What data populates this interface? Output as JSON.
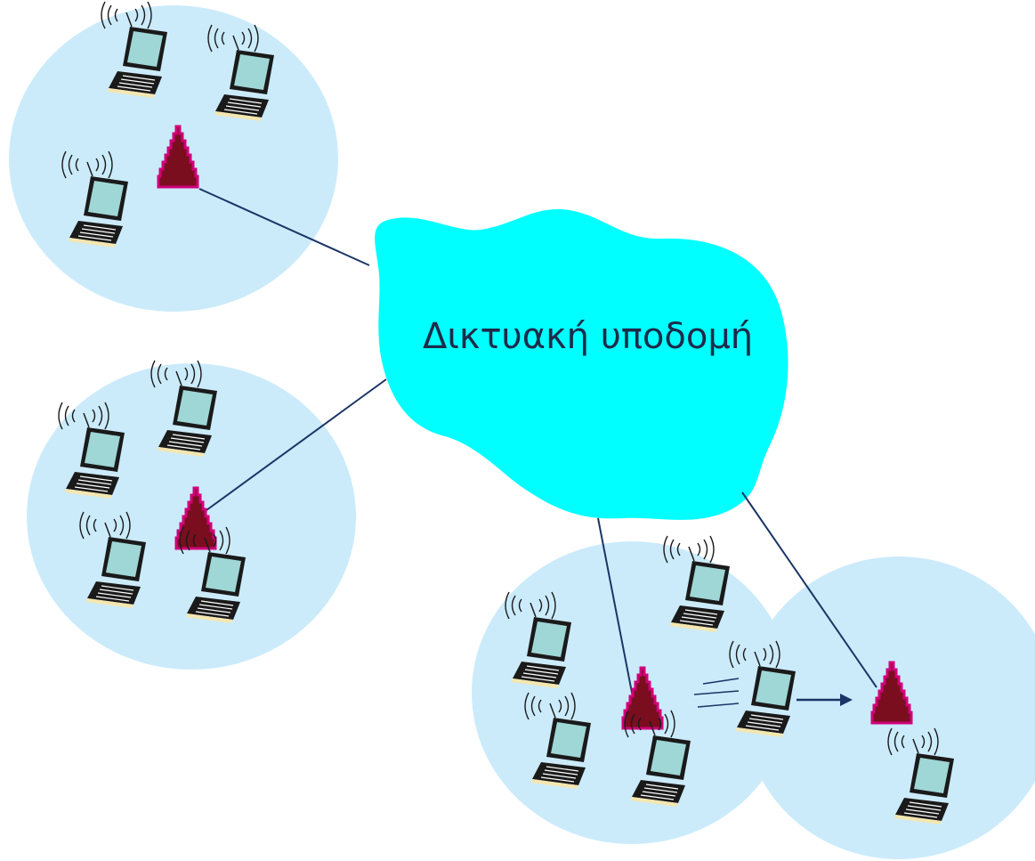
{
  "cloud": {
    "label": "Δικτυακή υποδομή",
    "color": "#00ffff"
  },
  "colors": {
    "cell_fill": "#cbebfb",
    "link_line": "#1b3566",
    "base_station": "#7a0e1f",
    "base_station_edge": "#d1007a",
    "laptop_screen": "#9fd6d6"
  },
  "cells": [
    {
      "name": "cell-top-left",
      "laptops": 3,
      "base_stations": 1
    },
    {
      "name": "cell-middle-left",
      "laptops": 4,
      "base_stations": 1
    },
    {
      "name": "cell-bottom-center",
      "laptops": 4,
      "base_stations": 1
    },
    {
      "name": "cell-bottom-right",
      "laptops": 1,
      "base_stations": 1
    }
  ],
  "mobile_laptop": {
    "motion": "moving toward the bottom-right base station",
    "icon": "laptop-moving-icon"
  },
  "icons": {
    "laptop": "laptop-icon",
    "base_station": "base-station-icon",
    "wireless_signal": "wireless-signal-icon"
  }
}
